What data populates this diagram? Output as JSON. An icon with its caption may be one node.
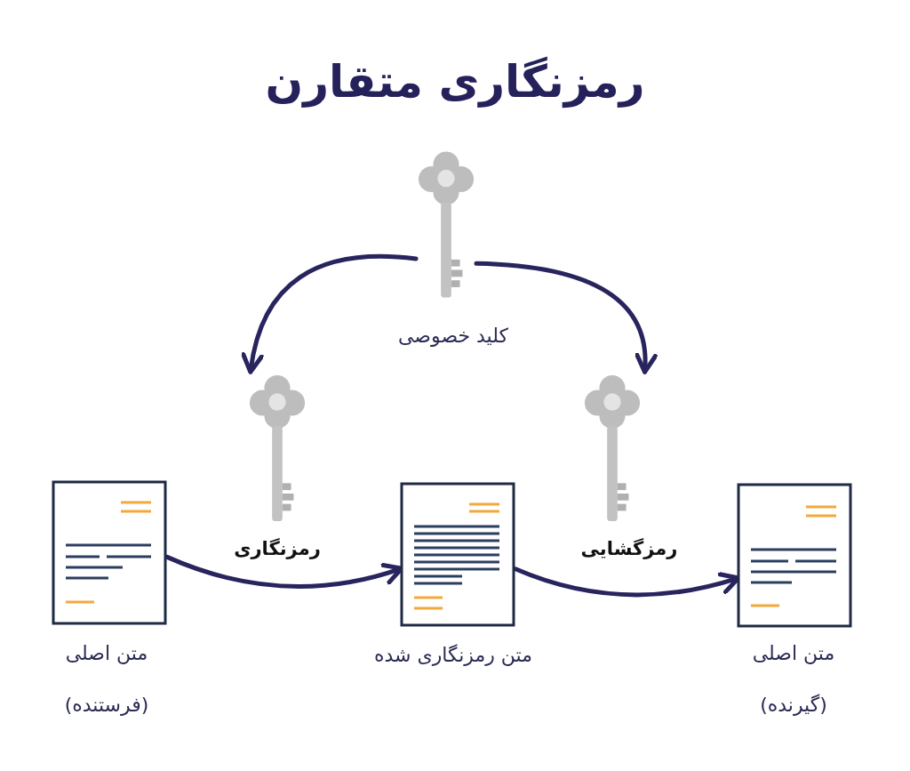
{
  "diagram": {
    "title": "رمزنگاری متقارن",
    "nodes": [
      {
        "text": [],
        "shape": "picture",
        "beside": [
          "کلید خصوصی"
        ]
      },
      {
        "text": [],
        "shape": "picture"
      },
      {
        "text": [],
        "shape": "picture"
      },
      {
        "text": [],
        "shape": "document",
        "beside": [
          "متن اصلی",
          "(فرستنده)"
        ]
      },
      {
        "text": [],
        "shape": "document",
        "beside": [
          "متن رمزنگاری شده"
        ]
      },
      {
        "text": [],
        "shape": "document",
        "beside": [
          "متن اصلی",
          "(گیرنده)"
        ]
      }
    ],
    "edges": [
      {
        "from": 0,
        "to": 1,
        "arrow": "to"
      },
      {
        "from": 0,
        "to": 2,
        "arrow": "to"
      },
      {
        "from": 3,
        "to": 4,
        "arrow": "to",
        "label": "رمزنگاری"
      },
      {
        "from": 4,
        "to": 5,
        "arrow": "to",
        "label": "رمزگشایی"
      }
    ]
  }
}
